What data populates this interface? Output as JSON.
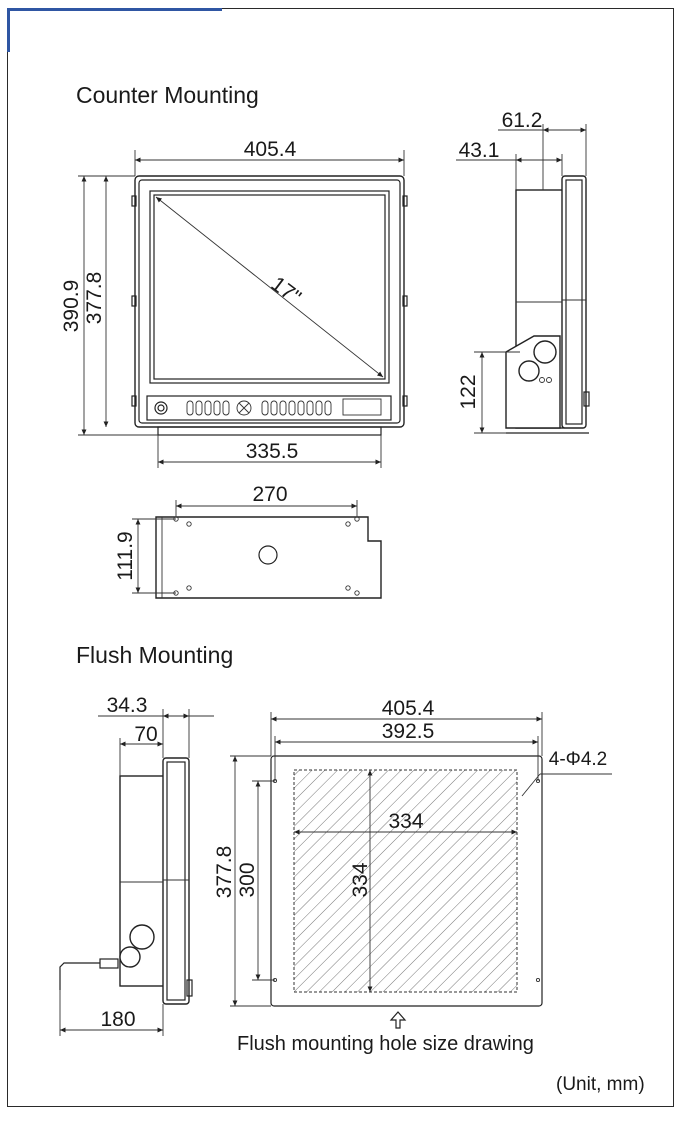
{
  "sections": {
    "counter_title": "Counter Mounting",
    "flush_title": "Flush Mounting"
  },
  "counter_front": {
    "width": "405.4",
    "height_outer": "390.9",
    "height_inner": "377.8",
    "base_width": "335.5",
    "screen_size": "17\""
  },
  "counter_side": {
    "depth_total": "61.2",
    "depth_body": "43.1",
    "stand_height": "122"
  },
  "counter_base": {
    "hole_span": "270",
    "depth": "111.9"
  },
  "flush_side": {
    "depth_a": "34.3",
    "depth_b": "70",
    "cable_depth": "180"
  },
  "flush_cutout": {
    "outer_width": "405.4",
    "inner_width": "392.5",
    "holes": "4-Φ4.2",
    "hole_width": "334",
    "hole_height": "334",
    "outer_height": "377.8",
    "inner_height": "300",
    "caption": "Flush mounting hole size drawing"
  },
  "unit_note": "(Unit, mm)",
  "colors": {
    "accent": "#2f56a3",
    "line": "#222222"
  }
}
